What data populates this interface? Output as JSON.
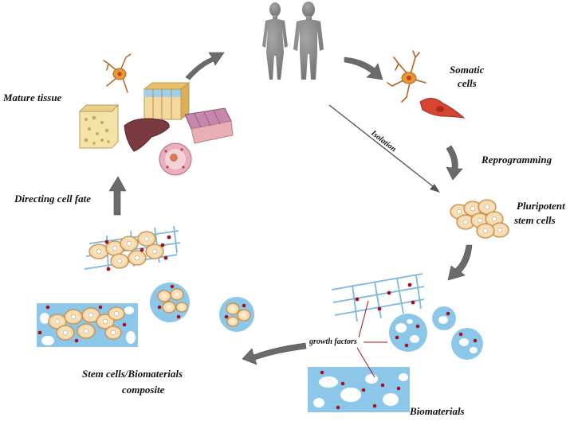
{
  "labels": {
    "mature_tissue": "Mature tissue",
    "somatic_cells_1": "Somatic",
    "somatic_cells_2": "cells",
    "reprogramming": "Reprogramming",
    "pluripotent_1": "Pluripotent",
    "pluripotent_2": "stem cells",
    "isolation": "Isolation",
    "directing": "Directing cell fate",
    "growth_factors": "growth factors",
    "composite_1": "Stem cells/Biomaterials",
    "composite_2": "composite",
    "biomaterials": "Biomaterials"
  },
  "colors": {
    "arrow": "#6b6b6b",
    "scaffold_blue": "#8cc7ea",
    "grid_blue": "#7cb8dc",
    "cell_fill": "#f6e2bf",
    "cell_stroke": "#c98c44",
    "growth_factor": "#a3101e",
    "silhouette": "#8a8a8a",
    "line_red": "#a3101e"
  }
}
